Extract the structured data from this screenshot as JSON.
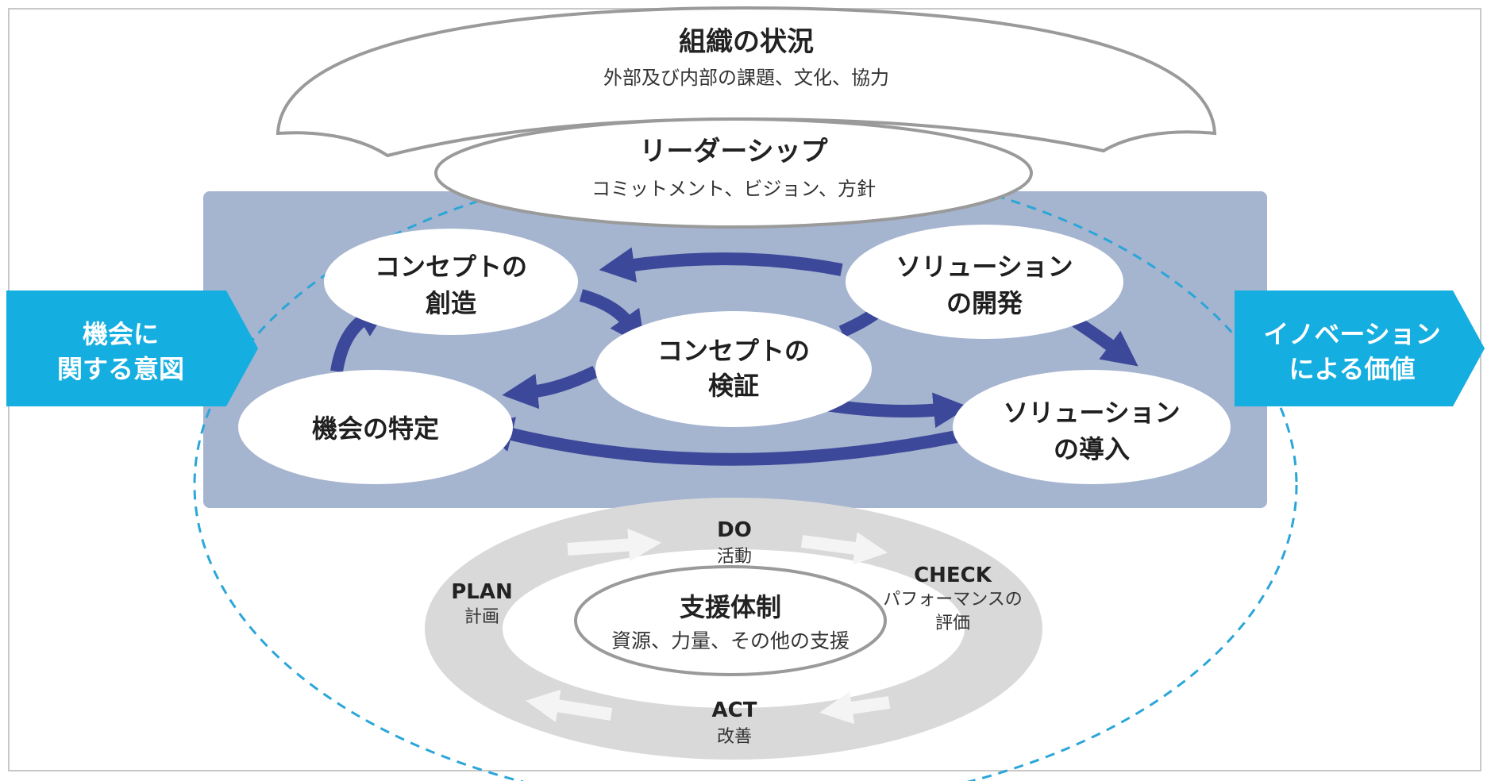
{
  "colors": {
    "accent": "#15aee0",
    "arrow": "#3c4899",
    "panel": "#a5b4cf",
    "dash": "#2aa6d8",
    "ring": "#d9d9d9",
    "outline": "#9a9a9a"
  },
  "organization": {
    "title": "組織の状況",
    "subtitle": "外部及び内部の課題、文化、協力"
  },
  "leadership": {
    "title": "リーダーシップ",
    "subtitle": "コミットメント、ビジョン、方針"
  },
  "input": {
    "line1": "機会に",
    "line2": "関する意図"
  },
  "output": {
    "line1": "イノベーション",
    "line2": "による価値"
  },
  "nodes": {
    "concept_creation": {
      "line1": "コンセプトの",
      "line2": "創造"
    },
    "solution_development": {
      "line1": "ソリューション",
      "line2": "の開発"
    },
    "concept_validation": {
      "line1": "コンセプトの",
      "line2": "検証"
    },
    "opportunity_identification": {
      "line1": "機会の特定"
    },
    "solution_deployment": {
      "line1": "ソリューション",
      "line2": "の導入"
    }
  },
  "pdca": {
    "do": {
      "label": "DO",
      "sub": "活動"
    },
    "check": {
      "label": "CHECK",
      "sub1": "パフォーマンスの",
      "sub2": "評価"
    },
    "plan": {
      "label": "PLAN",
      "sub": "計画"
    },
    "act": {
      "label": "ACT",
      "sub": "改善"
    }
  },
  "support": {
    "title": "支援体制",
    "subtitle": "資源、力量、その他の支援"
  }
}
